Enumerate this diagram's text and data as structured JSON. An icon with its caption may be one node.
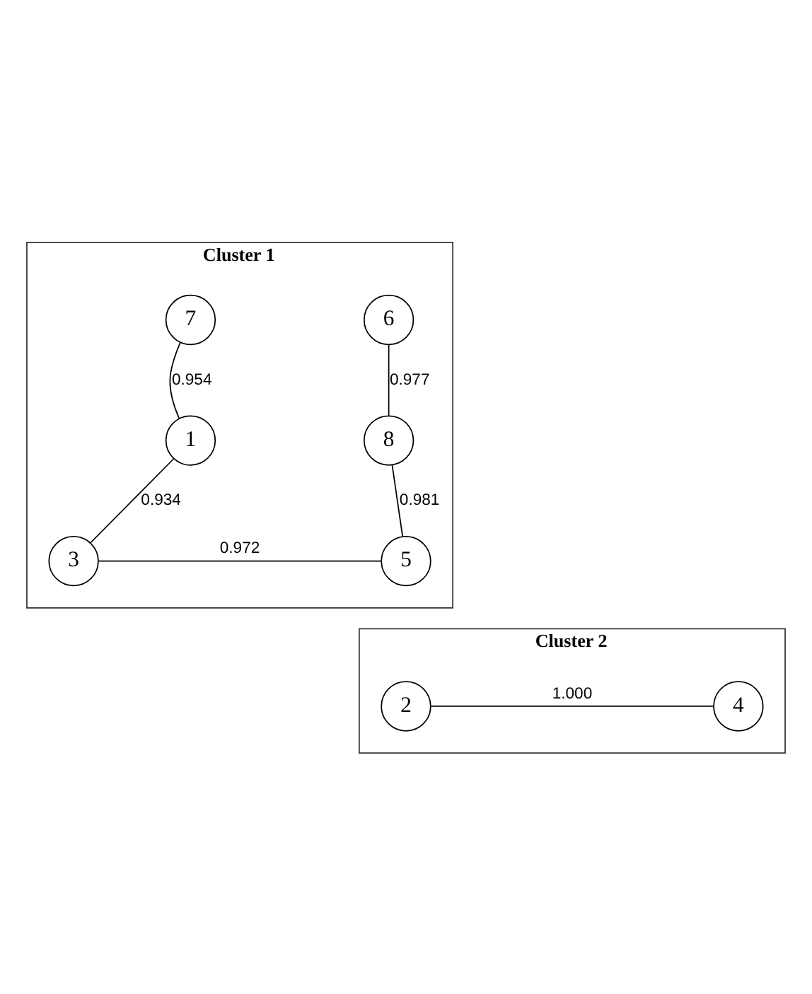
{
  "diagram": {
    "nodes": [
      {
        "text": [
          "Cluster 1"
        ]
      },
      {
        "text": [
          "7"
        ],
        "in": 0
      },
      {
        "text": [
          "6"
        ],
        "in": 0
      },
      {
        "text": [
          "1"
        ],
        "in": 0
      },
      {
        "text": [
          "8"
        ],
        "in": 0
      },
      {
        "text": [
          "3"
        ],
        "in": 0
      },
      {
        "text": [
          "5"
        ],
        "in": 0
      },
      {
        "text": [
          "Cluster 2"
        ]
      },
      {
        "text": [
          "2"
        ],
        "in": 7
      },
      {
        "text": [
          "4"
        ],
        "in": 7
      }
    ],
    "edges": [
      {
        "from": 1,
        "to": 3,
        "arrow": "none",
        "label": "0.954"
      },
      {
        "from": 2,
        "to": 4,
        "arrow": "none",
        "label": "0.977"
      },
      {
        "from": 3,
        "to": 5,
        "arrow": "none",
        "label": "0.934"
      },
      {
        "from": 4,
        "to": 6,
        "arrow": "none",
        "label": "0.981"
      },
      {
        "from": 5,
        "to": 6,
        "arrow": "none",
        "label": "0.972"
      },
      {
        "from": 8,
        "to": 9,
        "arrow": "none",
        "label": "1.000"
      }
    ]
  }
}
